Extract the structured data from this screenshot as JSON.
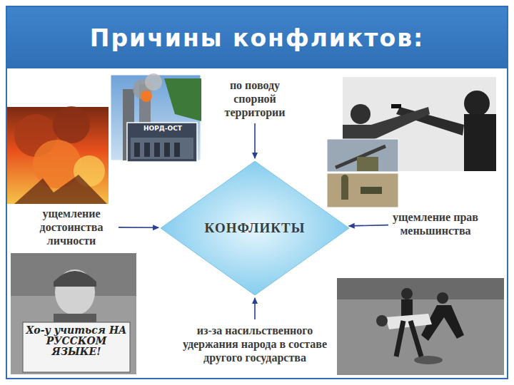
{
  "diagram": {
    "title": "Причины конфликтов:",
    "nodes": [
      {
        "text": [
          "по поводу спорной территории"
        ]
      },
      {
        "text": [
          "ущемление достоинства личности"
        ]
      },
      {
        "text": [
          "КОНФЛИКТЫ"
        ]
      },
      {
        "text": [
          "ущемление прав меньшинства"
        ]
      },
      {
        "text": [
          "из-за насильственного удержания народа в составе другого государства"
        ]
      }
    ],
    "edges": [
      {
        "from": 0,
        "to": 2,
        "arrow": "to"
      },
      {
        "from": 1,
        "to": 2,
        "arrow": "to"
      },
      {
        "from": 3,
        "to": 2,
        "arrow": "to"
      },
      {
        "from": 4,
        "to": 2,
        "arrow": "to"
      }
    ],
    "labels": [
      "НОРД-ОСТ",
      "Хо-у учиться НА РУССКОМ ЯЗЫКЕ!"
    ]
  }
}
